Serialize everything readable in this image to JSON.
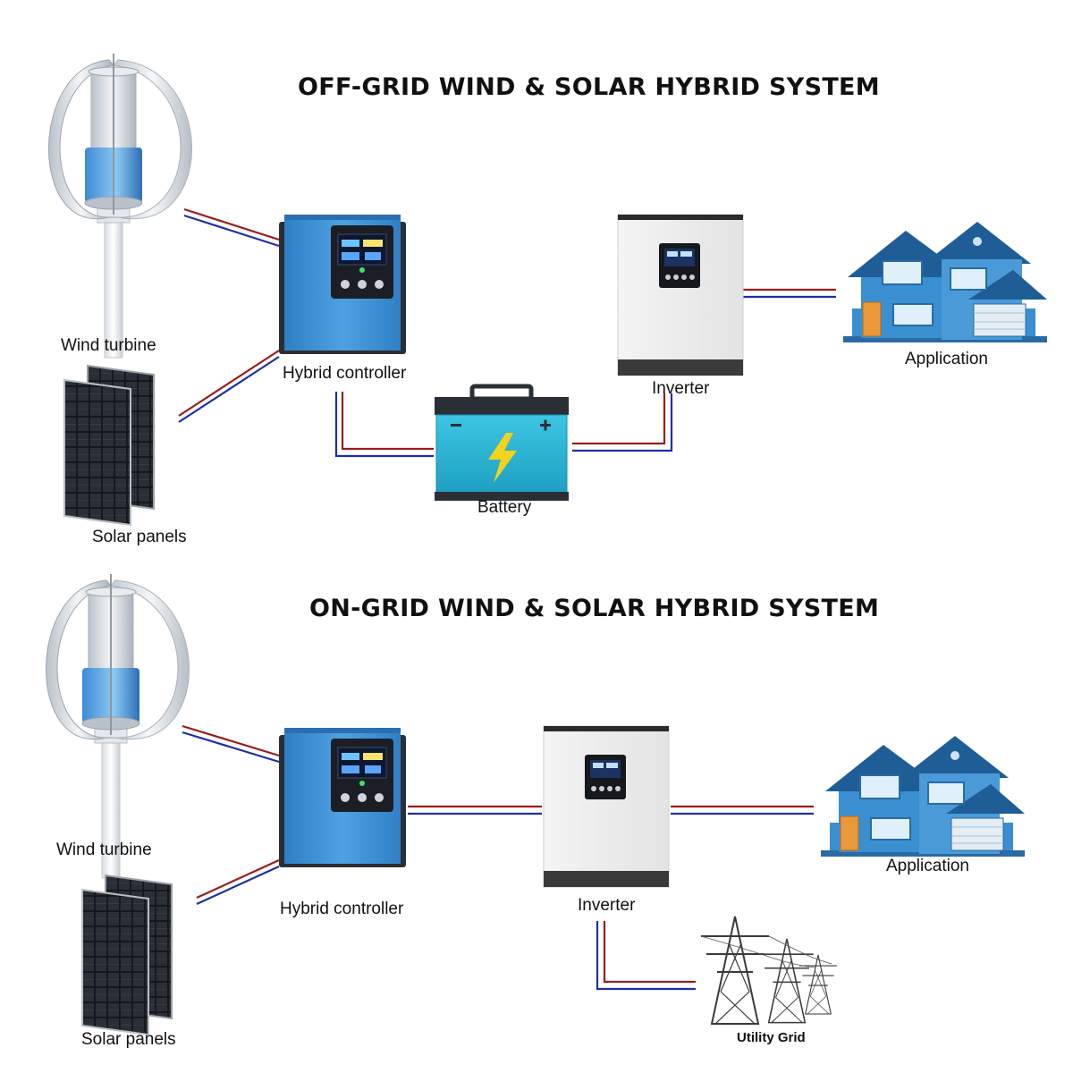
{
  "off_grid": {
    "title": "OFF-GRID WIND & SOLAR HYBRID SYSTEM",
    "labels": {
      "wind_turbine": "Wind turbine",
      "solar_panels": "Solar panels",
      "hybrid_controller": "Hybrid controller",
      "battery": "Battery",
      "inverter": "Inverter",
      "application": "Application"
    }
  },
  "on_grid": {
    "title": "ON-GRID WIND & SOLAR HYBRID SYSTEM",
    "labels": {
      "wind_turbine": "Wind turbine",
      "solar_panels": "Solar panels",
      "hybrid_controller": "Hybrid controller",
      "inverter": "Inverter",
      "application": "Application",
      "utility_grid": "Utility Grid"
    }
  },
  "colors": {
    "wire_positive": "#9b1c1c",
    "wire_negative": "#1f2fa8",
    "controller_blue": "#3b8fd4",
    "battery_cyan": "#2ab7d6",
    "house_blue": "#2f86c9",
    "house_roof": "#1f5d96",
    "lightning": "#f2d21c"
  }
}
